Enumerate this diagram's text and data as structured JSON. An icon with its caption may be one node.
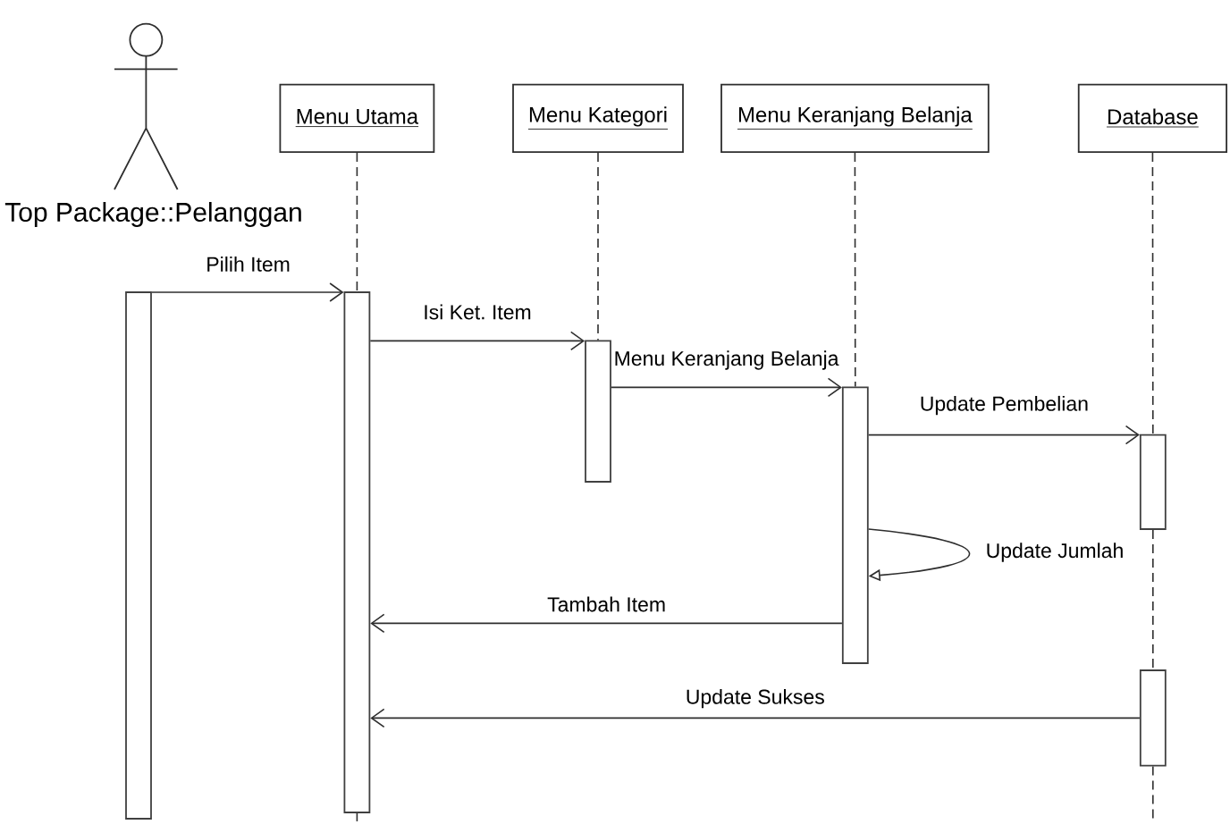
{
  "diagram": {
    "nodes": [
      {
        "text": [
          "Top Package::Pelanggan"
        ]
      },
      {
        "text": [
          "Menu Utama"
        ]
      },
      {
        "text": [
          "Menu Kategori"
        ]
      },
      {
        "text": [
          "Menu Keranjang Belanja"
        ]
      },
      {
        "text": [
          "Database"
        ]
      },
      {
        "text": [],
        "shape": "bar"
      },
      {
        "text": [],
        "shape": "bar"
      },
      {
        "text": [],
        "shape": "bar"
      },
      {
        "text": [],
        "shape": "bar"
      },
      {
        "text": [],
        "shape": "bar"
      },
      {
        "text": [],
        "shape": "bar"
      }
    ],
    "edges": [
      {
        "from": 5,
        "to": 6,
        "arrow": "to",
        "label": "Pilih Item"
      },
      {
        "from": 6,
        "to": 7,
        "arrow": "to",
        "label": "Isi Ket. Item"
      },
      {
        "from": 7,
        "to": 8,
        "arrow": "to",
        "label": "Menu Keranjang Belanja"
      },
      {
        "from": 8,
        "to": 9,
        "arrow": "to",
        "label": "Update Pembelian"
      },
      {
        "from": 8,
        "to": 8,
        "arrow": "to",
        "label": "Update Jumlah"
      },
      {
        "from": 8,
        "to": 6,
        "arrow": "to",
        "label": "Tambah Item"
      },
      {
        "from": 10,
        "to": 6,
        "arrow": "to",
        "label": "Update Sukses"
      },
      {
        "from": 1,
        "to": 6,
        "arrow": "none",
        "style": "dashed"
      },
      {
        "from": 2,
        "to": 7,
        "arrow": "none",
        "style": "dashed"
      },
      {
        "from": 3,
        "to": 8,
        "arrow": "none",
        "style": "dashed"
      },
      {
        "from": 4,
        "to": 9,
        "arrow": "none",
        "style": "dashed"
      },
      {
        "from": 9,
        "to": 10,
        "arrow": "none",
        "style": "dashed"
      },
      {
        "from": 10,
        "to": null,
        "arrow": "none",
        "style": "dashed"
      },
      {
        "from": 6,
        "to": null,
        "arrow": "none",
        "style": "dashed"
      }
    ]
  }
}
